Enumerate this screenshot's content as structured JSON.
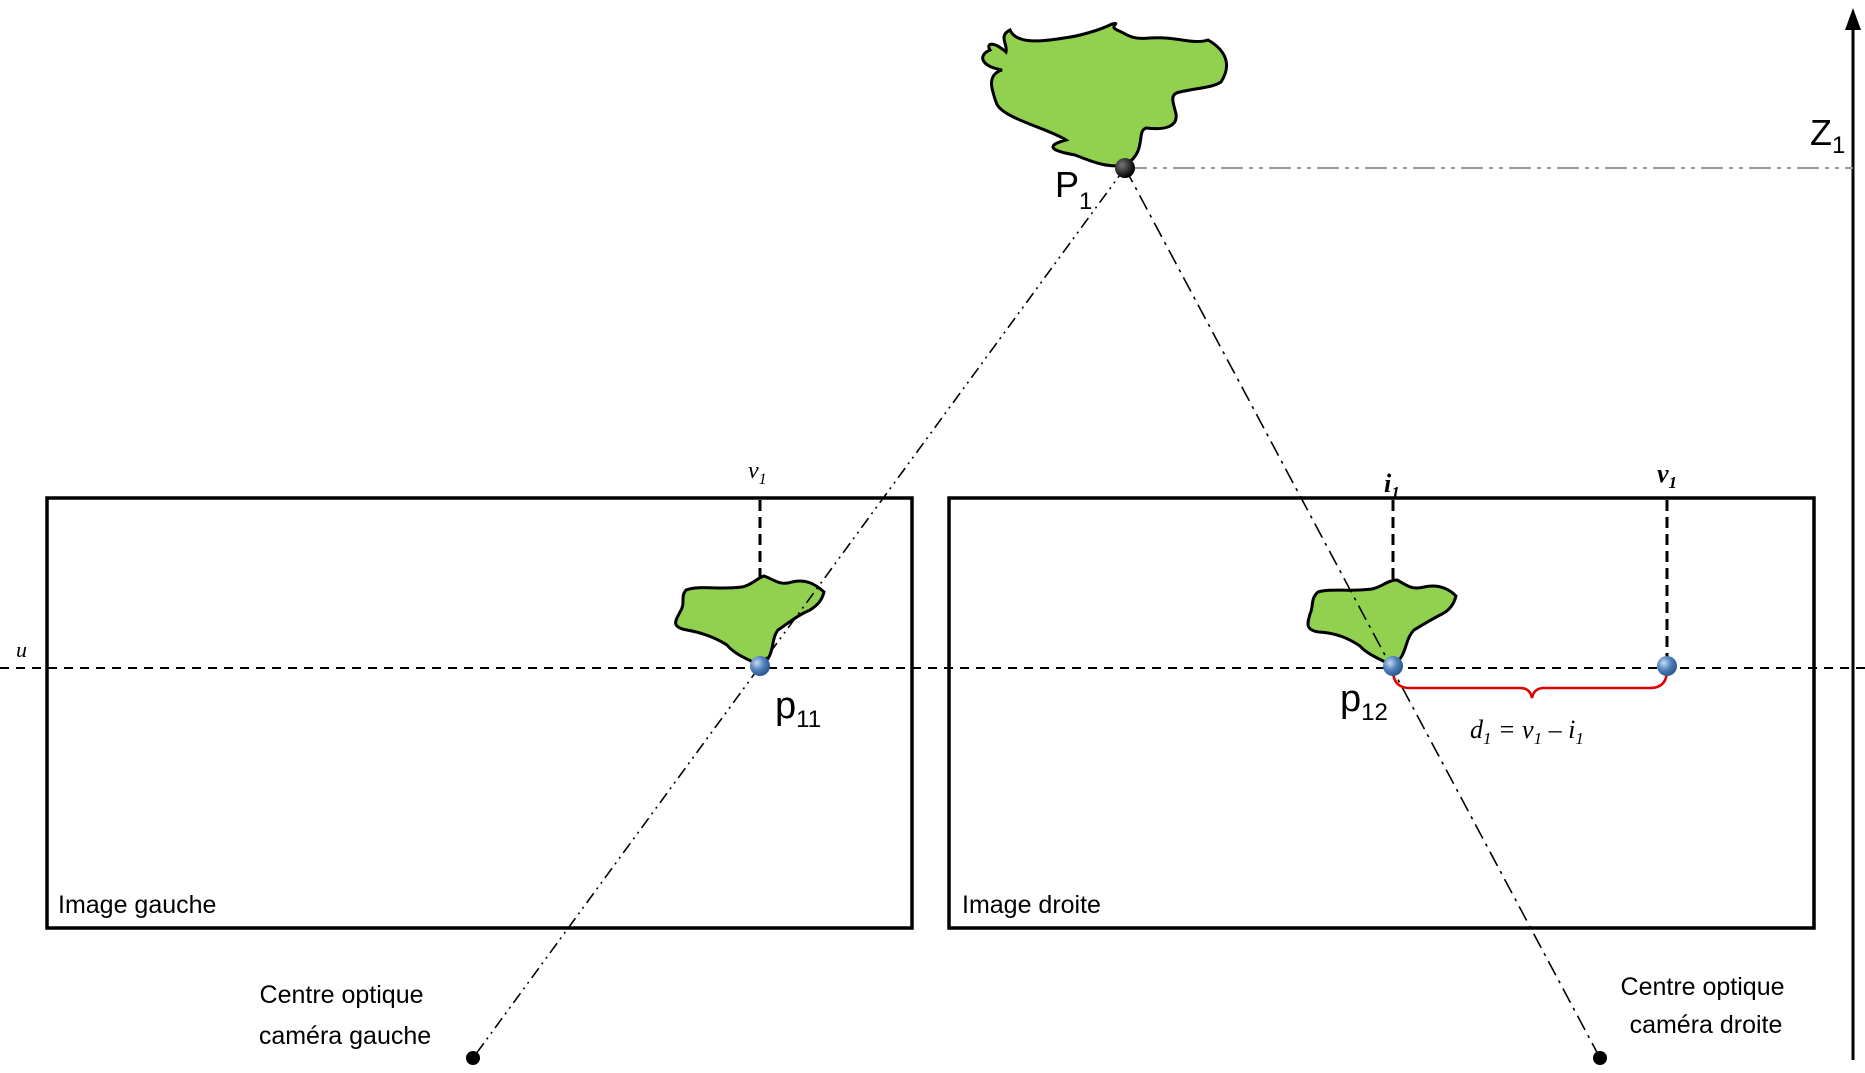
{
  "labels": {
    "z_axis": "Z",
    "z_axis_sub": "1",
    "point_P": "P",
    "point_P_sub": "1",
    "u_axis": "u",
    "v_left": "v",
    "v_left_sub": "1",
    "i_right": "i",
    "i_right_sub": "1",
    "v_right": "v",
    "v_right_sub": "1",
    "p_left": "p",
    "p_left_sub": "11",
    "p_right": "p",
    "p_right_sub": "12",
    "disparity_d": "d",
    "disparity_d_sub": "1",
    "disparity_eq": " = v",
    "disparity_v_sub": "1",
    "disparity_minus": " – i",
    "disparity_i_sub": "1",
    "image_left": "Image gauche",
    "image_right": "Image droite",
    "camera_left_line1": "Centre optique",
    "camera_left_line2": "caméra gauche",
    "camera_right_line1": "Centre optique",
    "camera_right_line2": "caméra droite"
  },
  "colors": {
    "object_fill": "#92d050",
    "projection_point": "#4f81bd",
    "disparity_brace": "#e00000",
    "guide_line": "#999999"
  }
}
